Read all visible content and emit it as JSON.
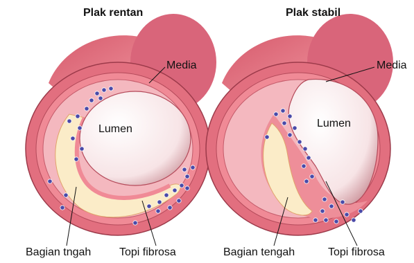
{
  "left_panel": {
    "title": "Plak rentan",
    "labels": {
      "media": "Media",
      "lumen": "Lumen",
      "core": "Bagian tngah",
      "cap": "Topi fibrosa"
    }
  },
  "right_panel": {
    "title": "Plak stabil",
    "labels": {
      "media": "Media",
      "lumen": "Lumen",
      "core": "Bagian tengah",
      "cap": "Topi fibrosa"
    }
  },
  "colors": {
    "outer_wall": "#e47b88",
    "media": "#f08a96",
    "intima": "#f3b4bb",
    "plaque_core": "#fbecc8",
    "cell": "#4a4aa8"
  }
}
